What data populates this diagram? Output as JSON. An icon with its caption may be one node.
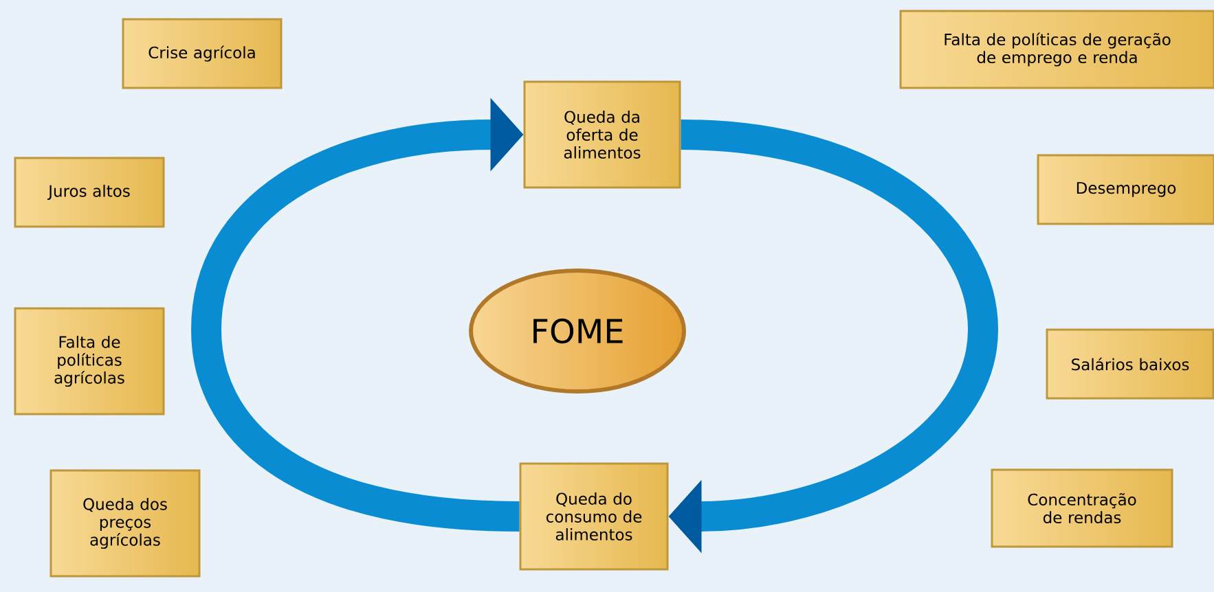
{
  "diagram": {
    "nodes": [
      {
        "text": [
          "Crise agrícola"
        ]
      },
      {
        "text": [
          "Falta de políticas de geração de emprego e renda"
        ]
      },
      {
        "text": [
          "Queda da oferta de alimentos"
        ]
      },
      {
        "text": [
          "Juros altos"
        ]
      },
      {
        "text": [
          "Desemprego"
        ]
      },
      {
        "text": [
          "FOME"
        ]
      },
      {
        "text": [
          "Falta de políticas agrícolas"
        ]
      },
      {
        "text": [
          "Salários baixos"
        ]
      },
      {
        "text": [
          "Queda dos preços agrícolas"
        ]
      },
      {
        "text": [
          "Queda do consumo de alimentos"
        ]
      },
      {
        "text": [
          "Concentração de rendas"
        ]
      }
    ],
    "edges": [
      {
        "from": 9,
        "to": 2,
        "arrow": "to"
      },
      {
        "from": 2,
        "to": 9,
        "arrow": "to"
      }
    ]
  }
}
